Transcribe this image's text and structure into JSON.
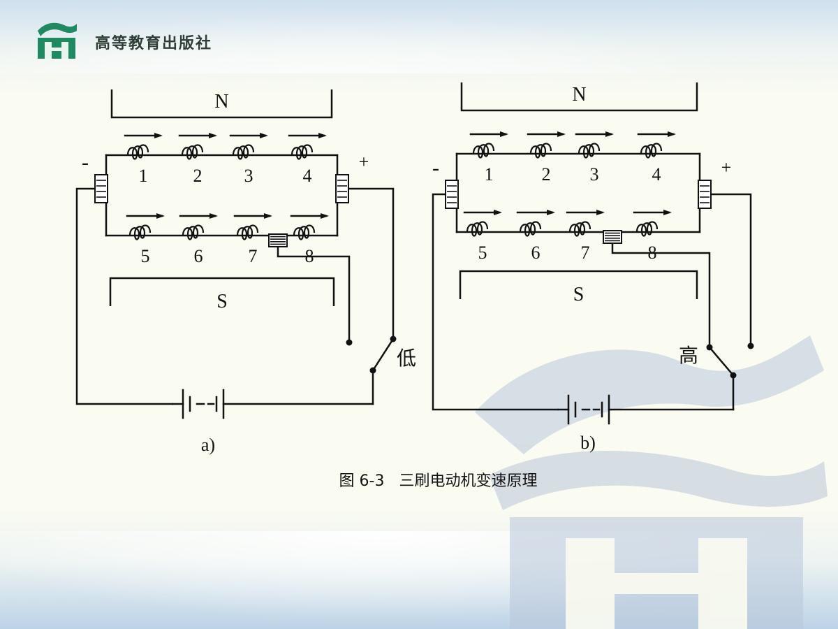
{
  "header": {
    "publisher": "高等教育出版社",
    "logo_icon": "book-building-logo"
  },
  "diagram_a": {
    "north": "N",
    "south": "S",
    "minus": "-",
    "plus": "+",
    "coils_top": [
      "1",
      "2",
      "3",
      "4"
    ],
    "coils_bottom": [
      "5",
      "6",
      "7",
      "8"
    ],
    "switch_label": "低",
    "sublabel": "a)"
  },
  "diagram_b": {
    "north": "N",
    "south": "S",
    "minus": "-",
    "plus": "+",
    "coils_top": [
      "1",
      "2",
      "3",
      "4"
    ],
    "coils_bottom": [
      "5",
      "6",
      "7",
      "8"
    ],
    "switch_label": "高",
    "sublabel": "b)"
  },
  "caption": {
    "figure_no": "图 6-3",
    "title": "三刷电动机变速原理"
  },
  "colors": {
    "ink": "#111111",
    "logo_green": "#1f8a62",
    "watermark": "#b8c6da"
  }
}
